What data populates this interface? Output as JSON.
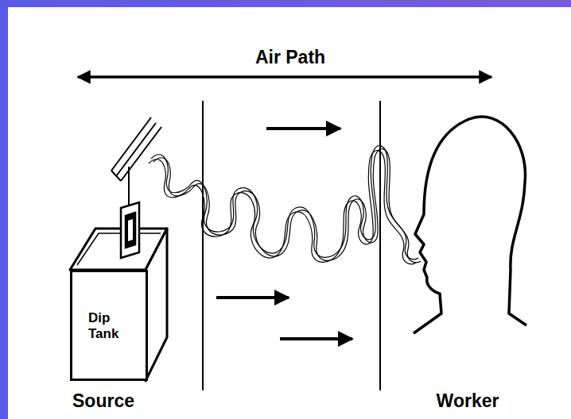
{
  "diagram": {
    "nodes": [
      {
        "text": [
          "Dip Tank"
        ]
      }
    ],
    "labels": [
      "Air Path",
      "Source",
      "Worker"
    ]
  }
}
